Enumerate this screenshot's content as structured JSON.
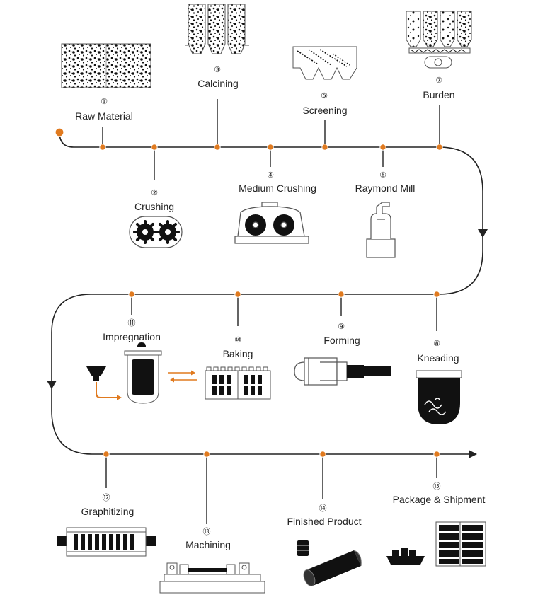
{
  "colors": {
    "line": "#222222",
    "dot": "#E07A1F",
    "dot_stroke": "#ffffff",
    "ink": "#111111"
  },
  "steps": [
    {
      "num": "①",
      "label": "Raw Material",
      "icon": "raw-material-bin-icon"
    },
    {
      "num": "②",
      "label": "Crushing",
      "icon": "double-roll-crusher-icon"
    },
    {
      "num": "③",
      "label": "Calcining",
      "icon": "calcining-kiln-icon"
    },
    {
      "num": "④",
      "label": "Medium Crushing",
      "icon": "medium-crusher-icon"
    },
    {
      "num": "⑤",
      "label": "Screening",
      "icon": "screening-hoppers-icon"
    },
    {
      "num": "⑥",
      "label": "Raymond Mill",
      "icon": "raymond-mill-icon"
    },
    {
      "num": "⑦",
      "label": "Burden",
      "icon": "burden-silos-icon"
    },
    {
      "num": "⑧",
      "label": "Kneading",
      "icon": "kneading-vessel-icon"
    },
    {
      "num": "⑨",
      "label": "Forming",
      "icon": "forming-press-icon"
    },
    {
      "num": "⑩",
      "label": "Baking",
      "icon": "baking-furnace-icon"
    },
    {
      "num": "⑪",
      "label": "Impregnation",
      "icon": "impregnation-tank-icon"
    },
    {
      "num": "⑫",
      "label": "Graphitizing",
      "icon": "graphitizing-furnace-icon"
    },
    {
      "num": "⑬",
      "label": "Machining",
      "icon": "machining-lathe-icon"
    },
    {
      "num": "⑭",
      "label": "Finished Product",
      "icon": "graphite-electrode-icon"
    },
    {
      "num": "⑮",
      "label": "Package & Shipment",
      "icon": "cargo-ship-icon"
    }
  ]
}
